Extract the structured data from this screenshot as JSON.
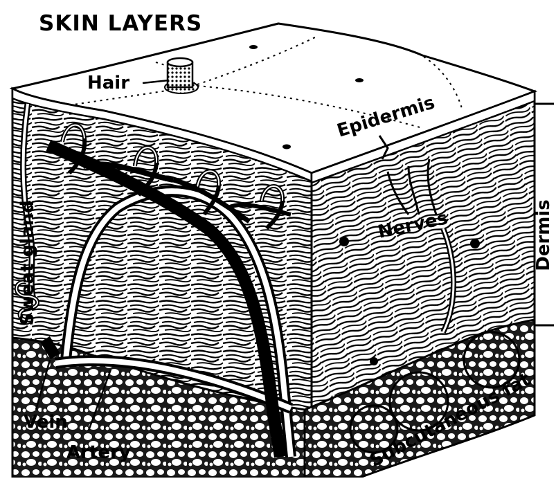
{
  "diagram": {
    "title": "SKIN LAYERS",
    "labels": {
      "hair": "Hair",
      "epidermis": "Epidermis",
      "dermis": "Dermis",
      "sweat_gland": "Sweat gland",
      "nerves": "Nerves",
      "vein": "Vein",
      "artery": "Artery",
      "subcutaneous_fat": "Subcutaneous fat"
    }
  }
}
